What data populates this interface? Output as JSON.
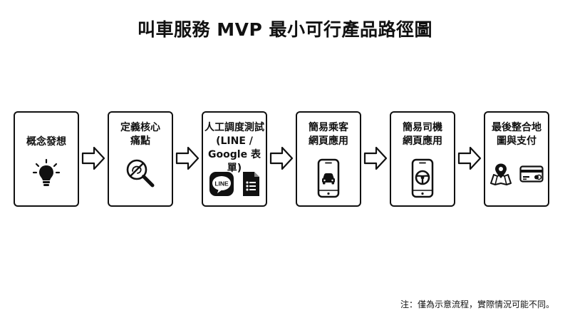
{
  "title": "叫車服務 MVP 最小可行產品路徑圖",
  "steps": [
    {
      "label": "概念發想",
      "icon": "lightbulb-icon"
    },
    {
      "label": "定義核心\n痛點",
      "icon": "magnifier-crossed-icon"
    },
    {
      "label": "人工調度測試\n(LINE /\nGoogle 表單)",
      "icons": [
        "line-app-icon",
        "google-forms-icon"
      ],
      "line_logo_text": "LINE"
    },
    {
      "label": "簡易乘客\n網頁應用",
      "icon": "phone-car-icon"
    },
    {
      "label": "簡易司機\n網頁應用",
      "icon": "phone-steering-wheel-icon"
    },
    {
      "label": "最後整合地\n圖與支付",
      "icons": [
        "map-pin-icon",
        "credit-card-icon"
      ]
    }
  ],
  "note": "注：僅為示意流程，實際情況可能不同。",
  "colors": {
    "stroke": "#111111",
    "background": "#ffffff",
    "line_green": "#111111"
  }
}
